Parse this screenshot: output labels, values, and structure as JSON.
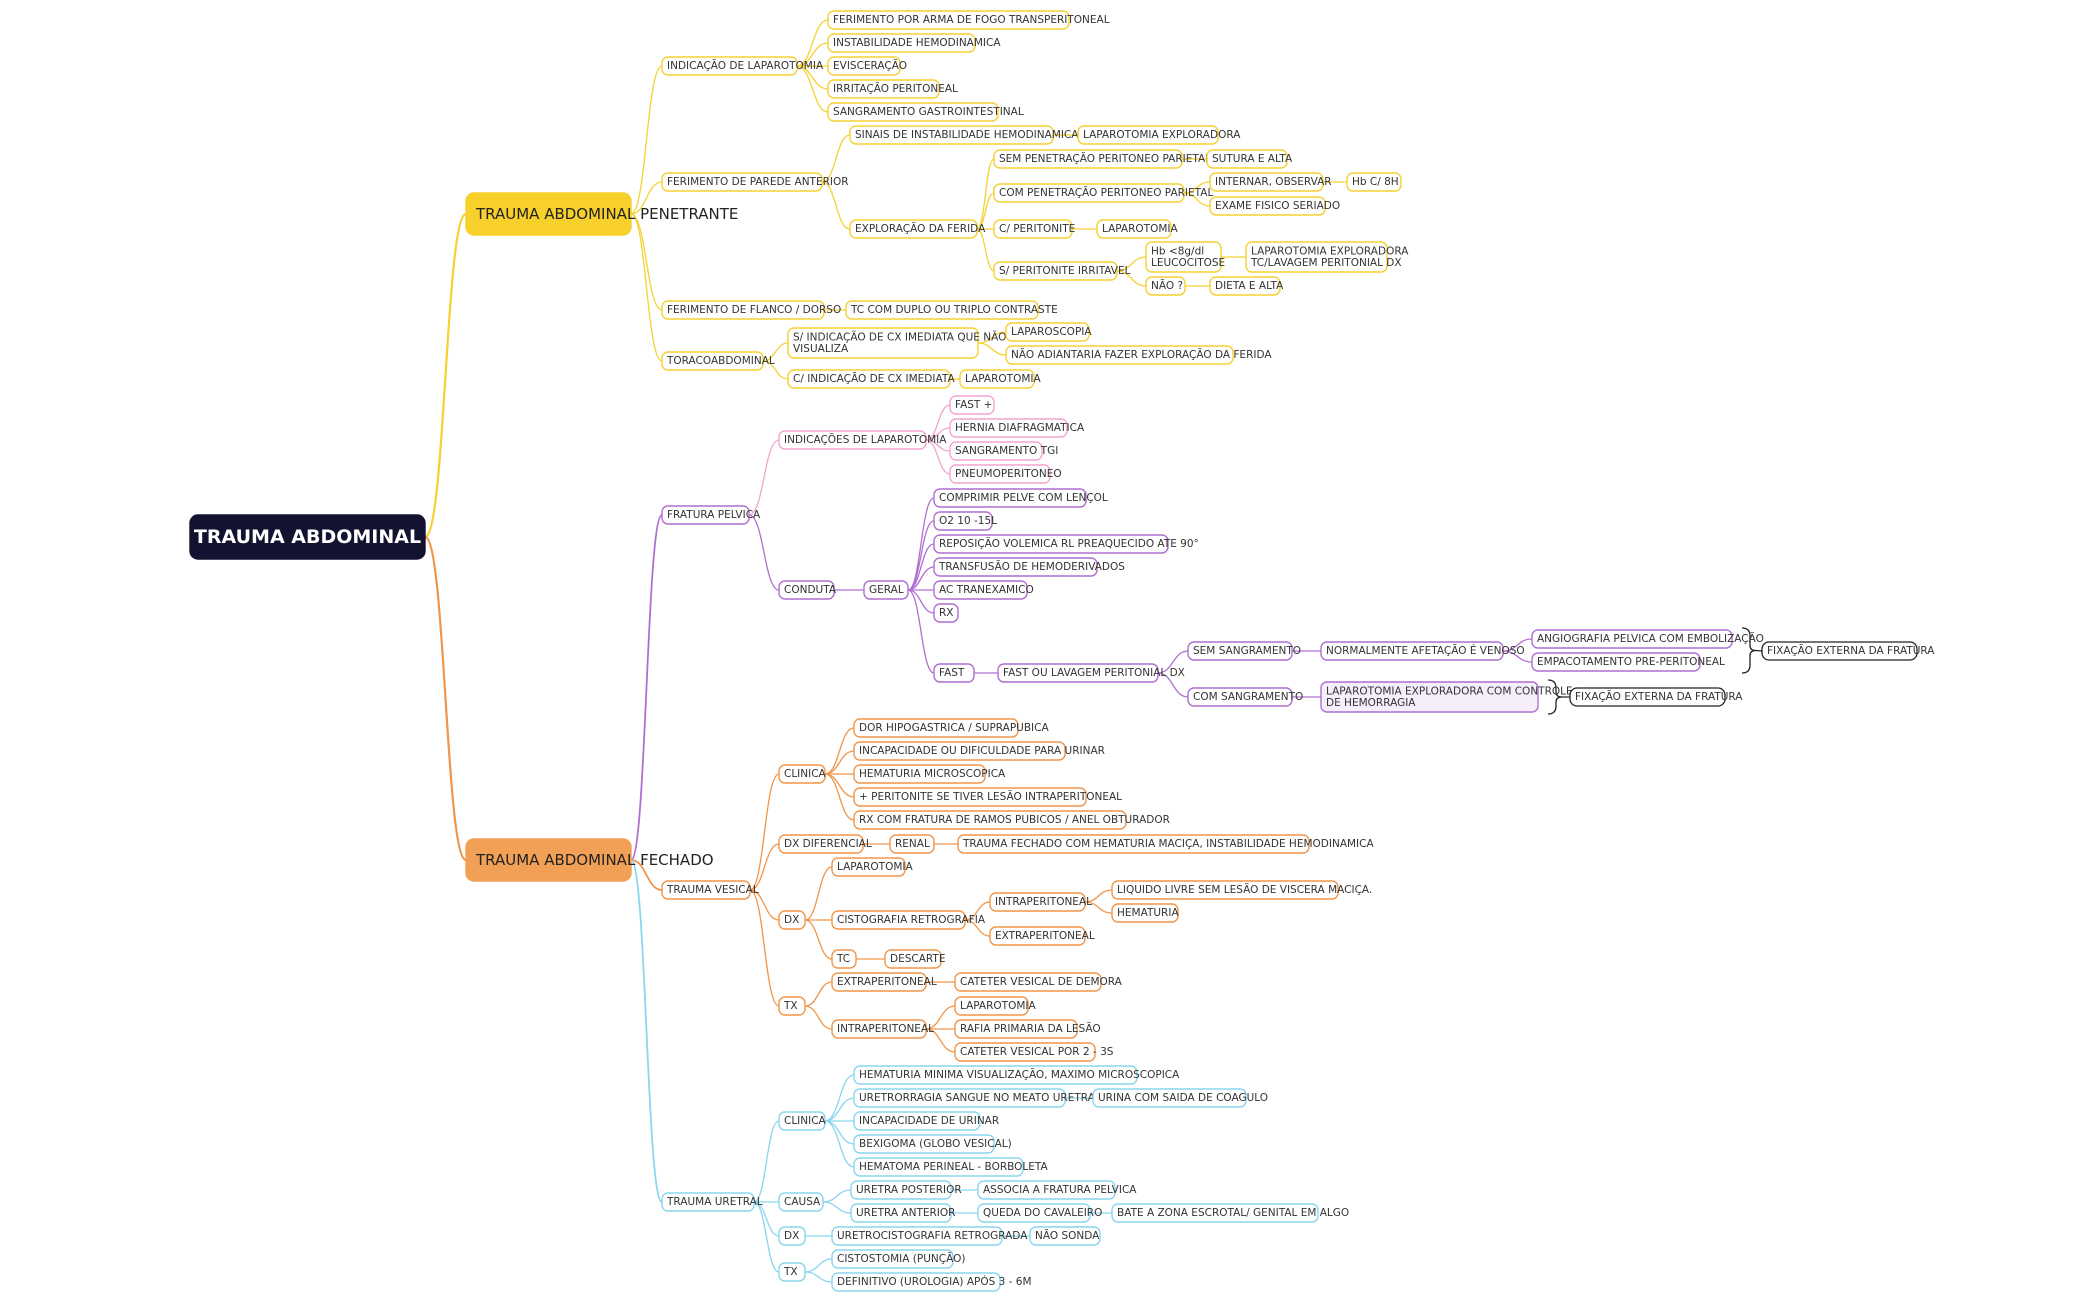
{
  "mindmap": {
    "root": {
      "id": "root",
      "label": "TRAUMA ABDOMINAL"
    },
    "colors": {
      "yellow": "#f6d132",
      "yellow_fill": "#f8d02c",
      "purple": "#b06fd0",
      "pink": "#f3a4cf",
      "orange": "#f0964a",
      "orange_fill": "#f2a056",
      "blue": "#8ad5ef",
      "root_bg": "#131331",
      "dark": "#222222"
    },
    "nodes": [
      {
        "id": "pen",
        "label": "TRAUMA ABDOMINAL PENETRANTE"
      },
      {
        "id": "p_ind",
        "label": "INDICAÇÃO DE LAPAROTOMIA"
      },
      {
        "id": "p_ind_1",
        "label": "FERIMENTO POR ARMA DE FOGO TRANSPERITONEAL"
      },
      {
        "id": "p_ind_2",
        "label": "INSTABILIDADE HEMODINAMICA"
      },
      {
        "id": "p_ind_3",
        "label": "EVISCERAÇÃO"
      },
      {
        "id": "p_ind_4",
        "label": "IRRITAÇÃO PERITONEAL"
      },
      {
        "id": "p_ind_5",
        "label": "SANGRAMENTO GASTROINTESTINAL"
      },
      {
        "id": "p_fpa",
        "label": "FERIMENTO DE PAREDE ANTERIOR"
      },
      {
        "id": "p_fpa_sin",
        "label": "SINAIS DE INSTABILIDADE HEMODINAMICA"
      },
      {
        "id": "p_fpa_lapexp",
        "label": "LAPAROTOMIA EXPLORADORA"
      },
      {
        "id": "p_exp",
        "label": "EXPLORAÇÃO DA FERIDA"
      },
      {
        "id": "p_sem",
        "label": "SEM PENETRAÇÃO PERITONEO PARIETAL"
      },
      {
        "id": "p_sut",
        "label": "SUTURA E ALTA"
      },
      {
        "id": "p_com",
        "label": "COM PENETRAÇÃO PERITONEO PARIETAL"
      },
      {
        "id": "p_int",
        "label": "INTERNAR, OBSERVAR"
      },
      {
        "id": "p_hb8",
        "label": "Hb C/ 8H"
      },
      {
        "id": "p_efs",
        "label": "EXAME FISICO SERIADO"
      },
      {
        "id": "p_cper",
        "label": "C/ PERITONITE"
      },
      {
        "id": "p_clap",
        "label": "LAPAROTOMIA"
      },
      {
        "id": "p_sper",
        "label": "S/ PERITONITE IRRITAVEL"
      },
      {
        "id": "p_hbleu",
        "label": "Hb <8g/dl\nLEUCOCITOSE"
      },
      {
        "id": "p_lapexp2",
        "label": "LAPAROTOMIA EXPLORADORA\nTC/LAVAGEM PERITONIAL DX"
      },
      {
        "id": "p_nao",
        "label": "NÃO ?"
      },
      {
        "id": "p_dieta",
        "label": "DIETA E ALTA"
      },
      {
        "id": "p_ffd",
        "label": "FERIMENTO DE FLANCO / DORSO"
      },
      {
        "id": "p_tc",
        "label": "TC COM DUPLO OU TRIPLO CONTRASTE"
      },
      {
        "id": "p_tor",
        "label": "TORACOABDOMINAL"
      },
      {
        "id": "p_sind",
        "label": "S/ INDICAÇÃO DE CX IMEDIATA QUE NÃO\nVISUALIZA"
      },
      {
        "id": "p_lapsc",
        "label": "LAPAROSCOPIA"
      },
      {
        "id": "p_nadi",
        "label": "NÃO ADIANTARIA FAZER EXPLORAÇÃO DA FERIDA"
      },
      {
        "id": "p_cind",
        "label": "C/ INDICAÇÃO DE CX IMEDIATA"
      },
      {
        "id": "p_clap2",
        "label": "LAPAROTOMIA"
      },
      {
        "id": "fech",
        "label": "TRAUMA ABDOMINAL FECHADO"
      },
      {
        "id": "fp",
        "label": "FRATURA PELVICA"
      },
      {
        "id": "fp_ind",
        "label": "INDICAÇÕES DE LAPAROTOMIA"
      },
      {
        "id": "fp_ind_1",
        "label": "FAST +"
      },
      {
        "id": "fp_ind_2",
        "label": "HERNIA DIAFRAGMATICA"
      },
      {
        "id": "fp_ind_3",
        "label": "SANGRAMENTO TGI"
      },
      {
        "id": "fp_ind_4",
        "label": "PNEUMOPERITONEO"
      },
      {
        "id": "fp_cond",
        "label": "CONDUTA"
      },
      {
        "id": "fp_geral",
        "label": "GERAL"
      },
      {
        "id": "fp_g1",
        "label": "COMPRIMIR PELVE COM LENÇOL"
      },
      {
        "id": "fp_g2",
        "label": "O2 10 -15L"
      },
      {
        "id": "fp_g3",
        "label": "REPOSIÇÃO VOLEMICA RL PREAQUECIDO ATE 90°"
      },
      {
        "id": "fp_g4",
        "label": "TRANSFUSÃO DE HEMODERIVADOS"
      },
      {
        "id": "fp_g5",
        "label": "AC TRANEXAMICO"
      },
      {
        "id": "fp_g6",
        "label": "RX"
      },
      {
        "id": "fp_fast",
        "label": "FAST"
      },
      {
        "id": "fp_flav",
        "label": "FAST OU LAVAGEM PERITONIAL DX"
      },
      {
        "id": "fp_ssang",
        "label": "SEM SANGRAMENTO"
      },
      {
        "id": "fp_nafet",
        "label": "NORMALMENTE AFETAÇÃO  É VENOSO"
      },
      {
        "id": "fp_angio",
        "label": "ANGIOGRAFIA PELVICA COM EMBOLIZAÇÃO"
      },
      {
        "id": "fp_empac",
        "label": "EMPACOTAMENTO PRE-PERITONEAL"
      },
      {
        "id": "fp_fix1",
        "label": "FIXAÇÃO EXTERNA DA FRATURA"
      },
      {
        "id": "fp_csang",
        "label": "COM SANGRAMENTO"
      },
      {
        "id": "fp_lapc",
        "label": "LAPAROTOMIA EXPLORADORA COM CONTROLE\nDE HEMORRAGIA"
      },
      {
        "id": "fp_fix2",
        "label": "FIXAÇÃO EXTERNA DA FRATURA"
      },
      {
        "id": "tv",
        "label": "TRAUMA VESICAL"
      },
      {
        "id": "tv_cli",
        "label": "CLINICA"
      },
      {
        "id": "tv_c1",
        "label": "DOR HIPOGASTRICA / SUPRAPUBICA"
      },
      {
        "id": "tv_c2",
        "label": "INCAPACIDADE OU DIFICULDADE PARA URINAR"
      },
      {
        "id": "tv_c3",
        "label": "HEMATURIA MICROSCOPICA"
      },
      {
        "id": "tv_c4",
        "label": "+ PERITONITE SE TIVER LESÃO INTRAPERITONEAL"
      },
      {
        "id": "tv_c5",
        "label": "RX COM FRATURA DE RAMOS PUBICOS / ANEL OBTURADOR"
      },
      {
        "id": "tv_ddx",
        "label": "DX DIFERENCIAL"
      },
      {
        "id": "tv_ren",
        "label": "RENAL"
      },
      {
        "id": "tv_renx",
        "label": "TRAUMA FECHADO COM HEMATURIA MACIÇA, INSTABILIDADE HEMODINAMICA"
      },
      {
        "id": "tv_dx",
        "label": "DX"
      },
      {
        "id": "tv_lap",
        "label": "LAPAROTOMIA"
      },
      {
        "id": "tv_cist",
        "label": "CISTOGRAFIA RETROGRAFIA"
      },
      {
        "id": "tv_intra",
        "label": "INTRAPERITONEAL"
      },
      {
        "id": "tv_liq",
        "label": "LIQUIDO LIVRE SEM LESÃO DE VISCERA MACIÇA."
      },
      {
        "id": "tv_hem",
        "label": "HEMATURIA"
      },
      {
        "id": "tv_extra",
        "label": "EXTRAPERITONEAL"
      },
      {
        "id": "tv_tc",
        "label": "TC"
      },
      {
        "id": "tv_desc",
        "label": "DESCARTE"
      },
      {
        "id": "tv_tx",
        "label": "TX"
      },
      {
        "id": "tv_txe",
        "label": "EXTRAPERITONEAL"
      },
      {
        "id": "tv_cvd",
        "label": "CATETER VESICAL DE DEMORA"
      },
      {
        "id": "tv_txi",
        "label": "INTRAPERITONEAL"
      },
      {
        "id": "tv_ti1",
        "label": "LAPAROTOMIA"
      },
      {
        "id": "tv_ti2",
        "label": "RAFIA PRIMARIA DA LESÃO"
      },
      {
        "id": "tv_ti3",
        "label": "CATETER VESICAL POR 2 - 3S"
      },
      {
        "id": "tu",
        "label": "TRAUMA URETRAL"
      },
      {
        "id": "tu_cli",
        "label": "CLINICA"
      },
      {
        "id": "tu_c1",
        "label": "HEMATURIA MINIMA VISUALIZAÇÃO, MAXIMO MICROSCOPICA"
      },
      {
        "id": "tu_c2",
        "label": "URETRORRAGIA SANGUE NO MEATO URETRAL"
      },
      {
        "id": "tu_c2a",
        "label": "URINA COM SAIDA DE COAGULO"
      },
      {
        "id": "tu_c3",
        "label": "INCAPACIDADE DE URINAR"
      },
      {
        "id": "tu_c4",
        "label": "BEXIGOMA (GLOBO VESICAL)"
      },
      {
        "id": "tu_c5",
        "label": "HEMATOMA PERINEAL - BORBOLETA"
      },
      {
        "id": "tu_causa",
        "label": "CAUSA"
      },
      {
        "id": "tu_upos",
        "label": "URETRA POSTERIOR"
      },
      {
        "id": "tu_assoc",
        "label": "ASSOCIA A FRATURA PELVICA"
      },
      {
        "id": "tu_uant",
        "label": "URETRA ANTERIOR"
      },
      {
        "id": "tu_queda",
        "label": "QUEDA DO CAVALEIRO"
      },
      {
        "id": "tu_bate",
        "label": "BATE A ZONA ESCROTAL/ GENITAL EM ALGO"
      },
      {
        "id": "tu_dx",
        "label": "DX"
      },
      {
        "id": "tu_uret",
        "label": "URETROCISTOGRAFIA RETROGRADA"
      },
      {
        "id": "tu_nsonda",
        "label": "NÃO SONDA"
      },
      {
        "id": "tu_tx",
        "label": "TX"
      },
      {
        "id": "tu_cist",
        "label": "CISTOSTOMIA (PUNÇÃO)"
      },
      {
        "id": "tu_def",
        "label": "DEFINITIVO (UROLOGIA) APÓS 3 - 6M"
      }
    ]
  }
}
